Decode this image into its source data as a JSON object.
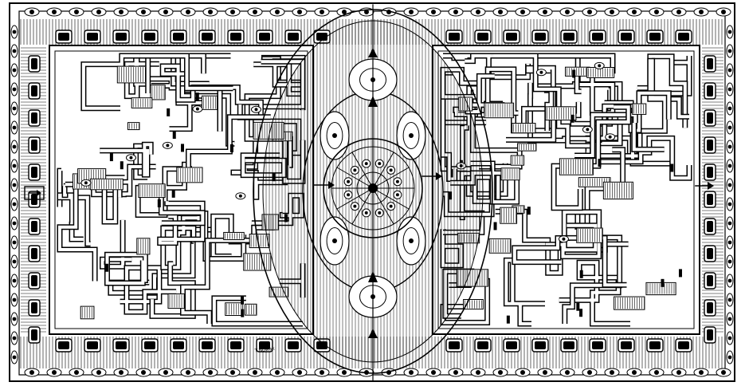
{
  "artwork": {
    "kind": "hand-drawn maze illustration",
    "ink_color": "#000000",
    "paper_color": "#ffffff",
    "signature": "T.Nowak",
    "panels": [
      "left-maze",
      "center-medallion",
      "right-maze"
    ],
    "entrances": [
      "left-entrance-arrow",
      "center-left-arrow",
      "center-right-arrow",
      "right-exit-arrow"
    ]
  }
}
